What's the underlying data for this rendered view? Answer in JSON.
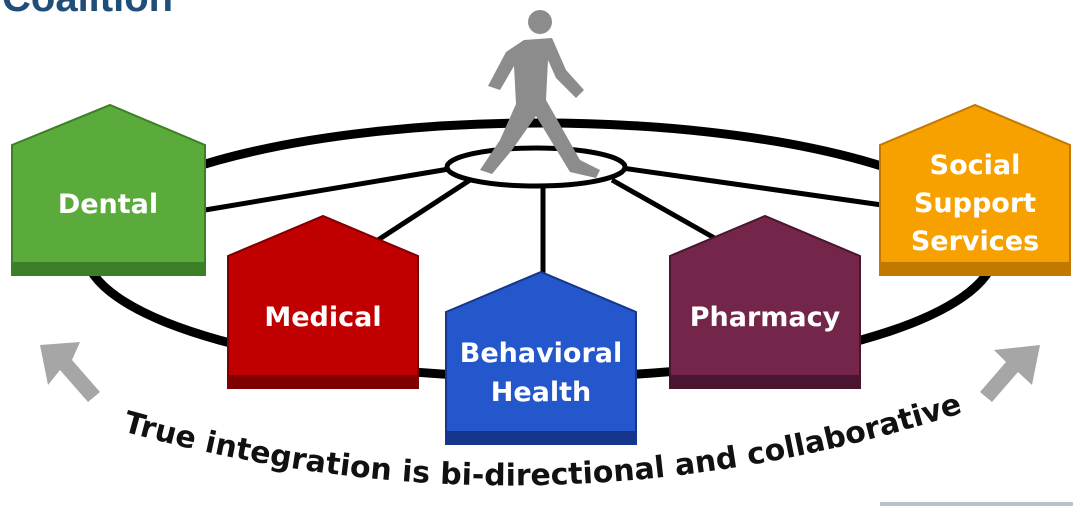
{
  "title": "Coalition",
  "houses": [
    {
      "id": "dental",
      "lines": [
        "Dental"
      ],
      "color": "#5aab3b",
      "dark": "#3d7f26"
    },
    {
      "id": "medical",
      "lines": [
        "Medical"
      ],
      "color": "#c00000",
      "dark": "#7e0000"
    },
    {
      "id": "behavioral-health",
      "lines": [
        "Behavioral",
        "Health"
      ],
      "color": "#2457cc",
      "dark": "#15368a"
    },
    {
      "id": "pharmacy",
      "lines": [
        "Pharmacy"
      ],
      "color": "#74264a",
      "dark": "#4a1530"
    },
    {
      "id": "social-support-services",
      "lines": [
        "Social",
        "Support",
        "Services"
      ],
      "color": "#f7a100",
      "dark": "#c27900"
    }
  ],
  "caption": "True integration is bi-directional and collaborative",
  "icons": {
    "person": "walking-person-icon",
    "arrows": "curved-arrow-icon"
  }
}
